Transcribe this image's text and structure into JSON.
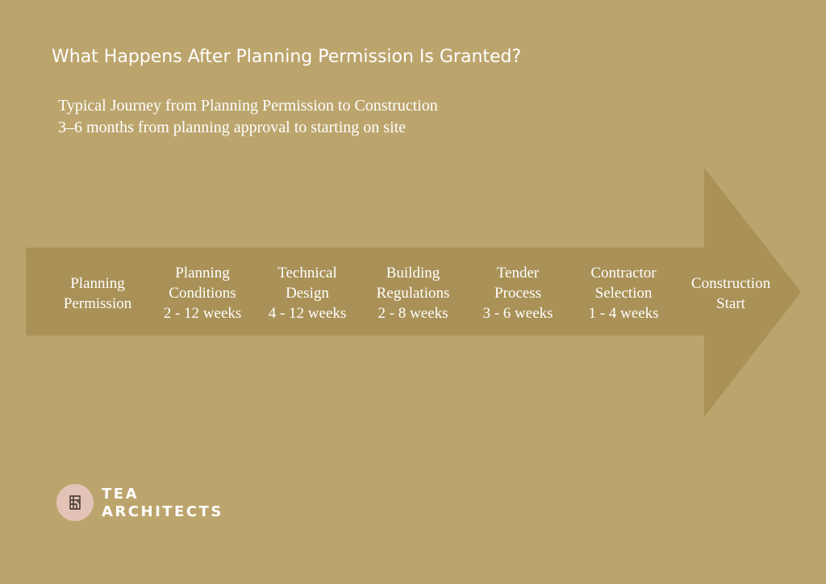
{
  "header": {
    "title": "What Happens After Planning Permission Is Granted?",
    "subtitle_line1": "Typical Journey from Planning Permission to Construction",
    "subtitle_line2": "3–6 months from planning approval to starting on site"
  },
  "steps": [
    {
      "name_lines": [
        "Planning",
        "Permission"
      ],
      "duration": ""
    },
    {
      "name_lines": [
        "Planning",
        "Conditions"
      ],
      "duration": "2 - 12 weeks"
    },
    {
      "name_lines": [
        "Technical",
        "Design"
      ],
      "duration": "4 - 12 weeks"
    },
    {
      "name_lines": [
        "Building",
        "Regulations"
      ],
      "duration": "2 - 8 weeks"
    },
    {
      "name_lines": [
        "Tender",
        "Process"
      ],
      "duration": "3 - 6 weeks"
    },
    {
      "name_lines": [
        "Contractor",
        "Selection"
      ],
      "duration": "1 - 4 weeks"
    },
    {
      "name_lines": [
        "Construction",
        "Start"
      ],
      "duration": ""
    }
  ],
  "brand": {
    "line1": "TEA",
    "line2": "ARCHITECTS",
    "icon": "tea-architects-logo-icon"
  },
  "colors": {
    "background": "#bca56d",
    "arrow": "#a99157",
    "logo_circle": "#e4c3b7",
    "text": "#ffffff"
  }
}
